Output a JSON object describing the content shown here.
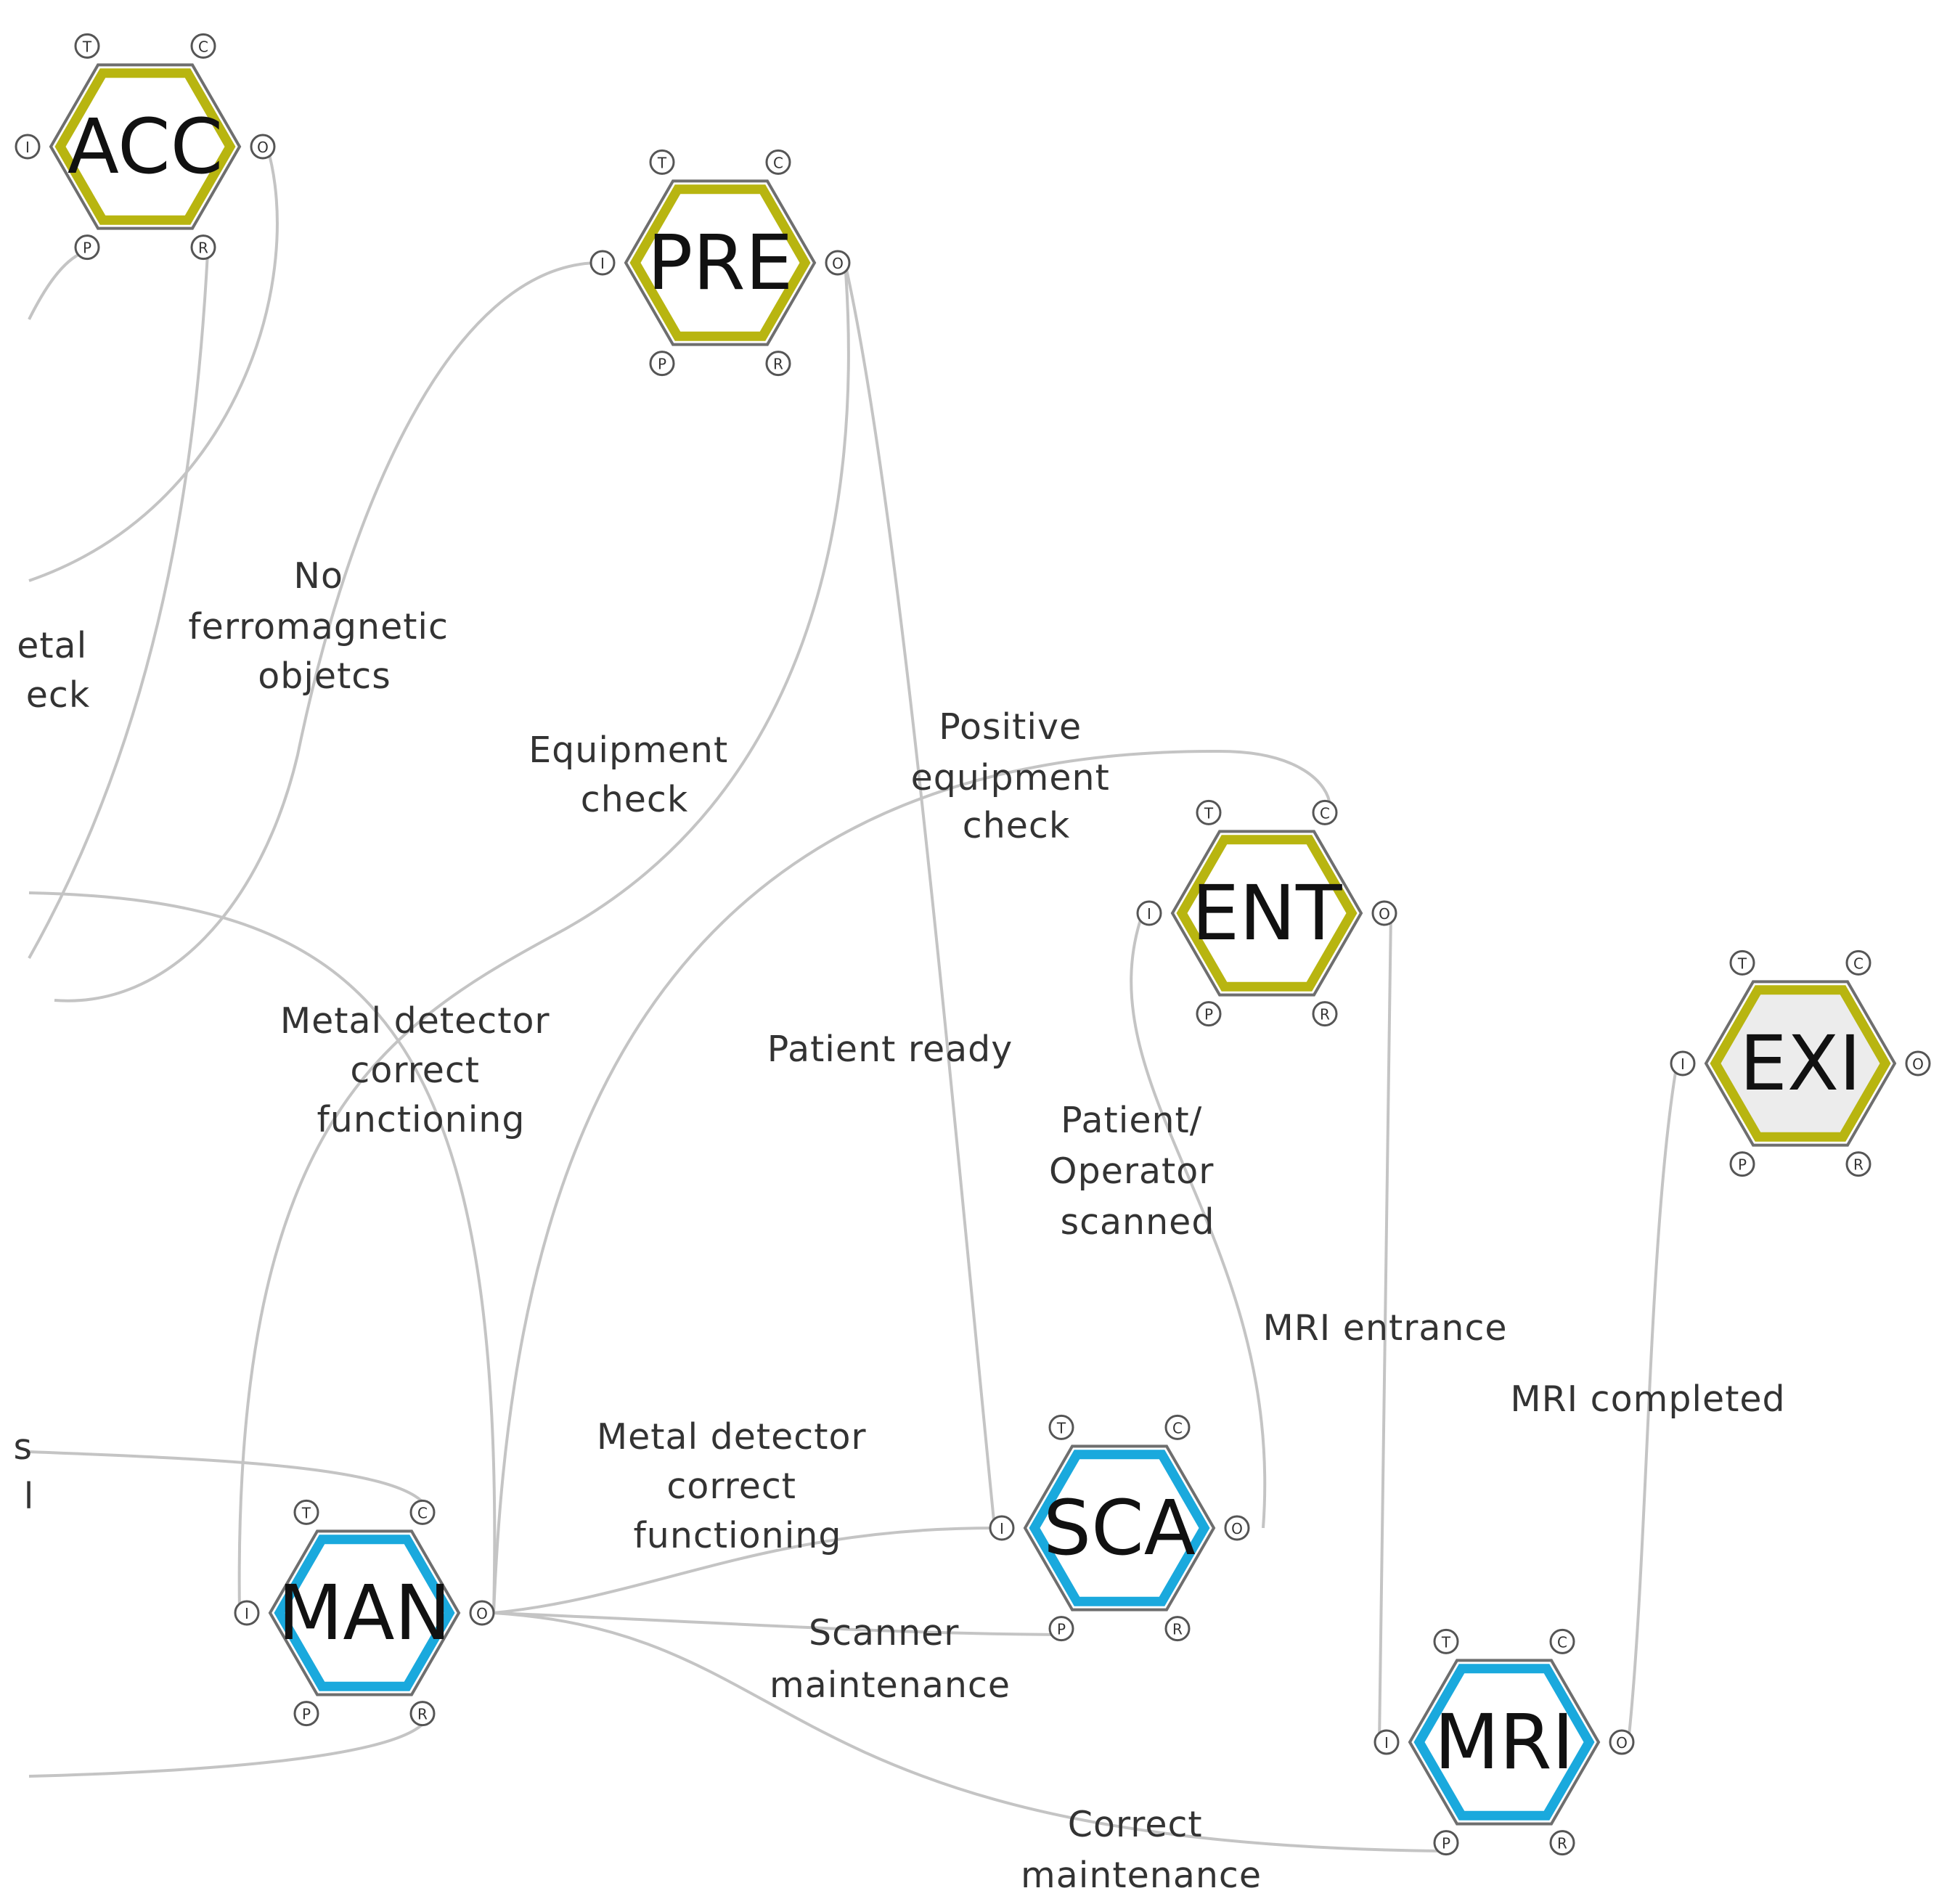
{
  "diagram": {
    "colors": {
      "edge": "#c4c4c4",
      "output_function_border": "#b8b510",
      "background_function_border": "#1aa9dd",
      "inner_fill_default": "#ffffff",
      "inner_fill_exit": "#ececec",
      "port_stroke": "#555555"
    },
    "port_letters": [
      "T",
      "C",
      "O",
      "R",
      "P",
      "I"
    ],
    "nodes": [
      {
        "id": "ACC",
        "label": "ACC",
        "kind": "output"
      },
      {
        "id": "PRE",
        "label": "PRE",
        "kind": "output"
      },
      {
        "id": "ENT",
        "label": "ENT",
        "kind": "output"
      },
      {
        "id": "EXI",
        "label": "EXI",
        "kind": "exit"
      },
      {
        "id": "MAN",
        "label": "MAN",
        "kind": "background"
      },
      {
        "id": "SCA",
        "label": "SCA",
        "kind": "background"
      },
      {
        "id": "MRI",
        "label": "MRI",
        "kind": "background"
      }
    ],
    "edge_labels": [
      {
        "id": "label-metal-check",
        "lines": [
          "etal",
          "eck"
        ]
      },
      {
        "id": "label-no-ferromagnetic",
        "lines": [
          "No",
          "ferromagnetic",
          "objetcs"
        ]
      },
      {
        "id": "label-equipment-check",
        "lines": [
          "Equipment",
          "check"
        ]
      },
      {
        "id": "label-positive-equipment-check",
        "lines": [
          "Positive",
          "equipment",
          "check"
        ]
      },
      {
        "id": "label-metal-detector-upper",
        "lines": [
          "Metal detector",
          "correct",
          "functioning"
        ]
      },
      {
        "id": "label-patient-ready",
        "lines": [
          "Patient ready"
        ]
      },
      {
        "id": "label-patient-operator-scanned",
        "lines": [
          "Patient/",
          "Operator",
          "scanned"
        ]
      },
      {
        "id": "label-mri-entrance",
        "lines": [
          "MRI entrance"
        ]
      },
      {
        "id": "label-mri-completed",
        "lines": [
          "MRI completed"
        ]
      },
      {
        "id": "label-metal-detector-lower",
        "lines": [
          "Metal detector",
          "correct",
          "functioning"
        ]
      },
      {
        "id": "label-scanner-maintenance",
        "lines": [
          "Scanner",
          "maintenance"
        ]
      },
      {
        "id": "label-correct-maintenance",
        "lines": [
          "Correct",
          "maintenance"
        ]
      },
      {
        "id": "label-cut-s",
        "lines": [
          "s",
          "l"
        ]
      }
    ]
  }
}
